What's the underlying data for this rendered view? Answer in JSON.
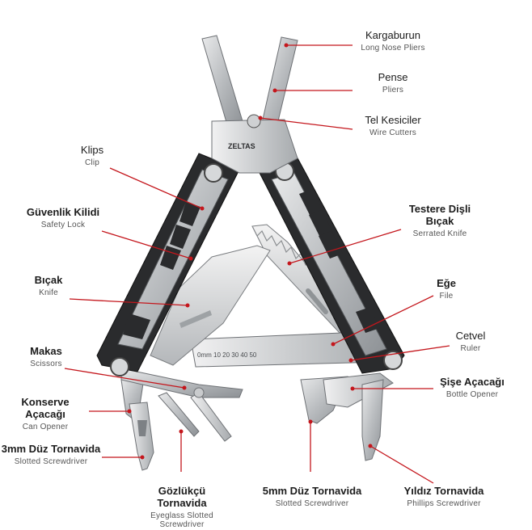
{
  "brand": "ZELTAS",
  "accent_color": "#c4161c",
  "ruler_text": "0mm  10   20   30   40   50",
  "labels": {
    "kargaburun": {
      "tr": "Kargaburun",
      "en": "Long Nose Pliers"
    },
    "pense": {
      "tr": "Pense",
      "en": "Pliers"
    },
    "tel_kesiciler": {
      "tr": "Tel Kesiciler",
      "en": "Wire Cutters"
    },
    "klips": {
      "tr": "Klips",
      "en": "Clip"
    },
    "guvenlik_kilidi": {
      "tr": "Güvenlik Kilidi",
      "en": "Safety Lock"
    },
    "testere": {
      "tr": "Testere Dişli Bıçak",
      "en": "Serrated Knife"
    },
    "bicak": {
      "tr": "Bıçak",
      "en": "Knife"
    },
    "ege": {
      "tr": "Eğe",
      "en": "File"
    },
    "cetvel": {
      "tr": "Cetvel",
      "en": "Ruler"
    },
    "makas": {
      "tr": "Makas",
      "en": "Scissors"
    },
    "sise_acacagi": {
      "tr": "Şişe Açacağı",
      "en": "Bottle Opener"
    },
    "konserve": {
      "tr": "Konserve Açacağı",
      "en": "Can Opener"
    },
    "duz_3mm": {
      "tr": "3mm Düz Tornavida",
      "en": "Slotted Screwdriver"
    },
    "gozlukcu": {
      "tr": "Gözlükçü Tornavida",
      "en": "Eyeglass Slotted Screwdriver"
    },
    "duz_5mm": {
      "tr": "5mm Düz Tornavida",
      "en": "Slotted Screwdriver"
    },
    "yildiz": {
      "tr": "Yıldız Tornavida",
      "en": "Phillips Screwdriver"
    }
  }
}
